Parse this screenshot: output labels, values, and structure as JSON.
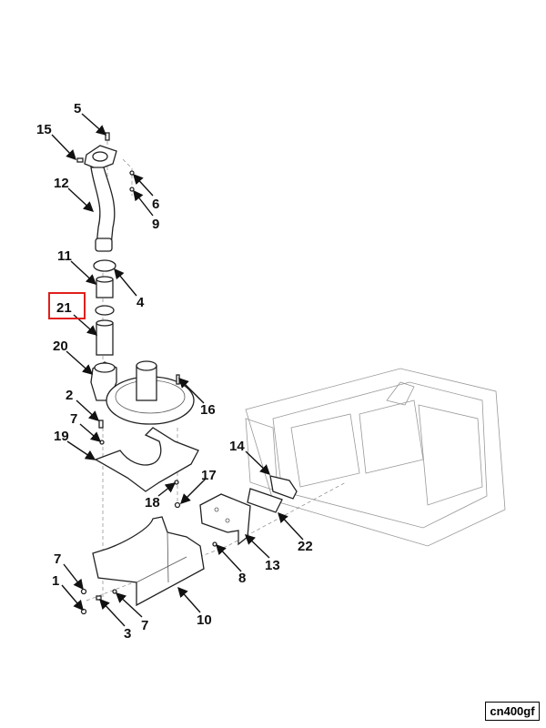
{
  "diagram": {
    "callouts": [
      {
        "id": "c5",
        "label": "5"
      },
      {
        "id": "c15",
        "label": "15"
      },
      {
        "id": "c12",
        "label": "12"
      },
      {
        "id": "c6",
        "label": "6"
      },
      {
        "id": "c9",
        "label": "9"
      },
      {
        "id": "c11",
        "label": "11"
      },
      {
        "id": "c4",
        "label": "4"
      },
      {
        "id": "c21",
        "label": "21",
        "highlighted": true
      },
      {
        "id": "c20",
        "label": "20"
      },
      {
        "id": "c2",
        "label": "2"
      },
      {
        "id": "c16",
        "label": "16"
      },
      {
        "id": "c7a",
        "label": "7"
      },
      {
        "id": "c19",
        "label": "19"
      },
      {
        "id": "c14",
        "label": "14"
      },
      {
        "id": "c17",
        "label": "17"
      },
      {
        "id": "c18",
        "label": "18"
      },
      {
        "id": "c22",
        "label": "22"
      },
      {
        "id": "c13",
        "label": "13"
      },
      {
        "id": "c8",
        "label": "8"
      },
      {
        "id": "c7b",
        "label": "7"
      },
      {
        "id": "c1",
        "label": "1"
      },
      {
        "id": "c7c",
        "label": "7"
      },
      {
        "id": "c3",
        "label": "3"
      },
      {
        "id": "c10",
        "label": "10"
      }
    ],
    "highlight_color": "#e0201c",
    "figure_code": "cn400gf"
  }
}
